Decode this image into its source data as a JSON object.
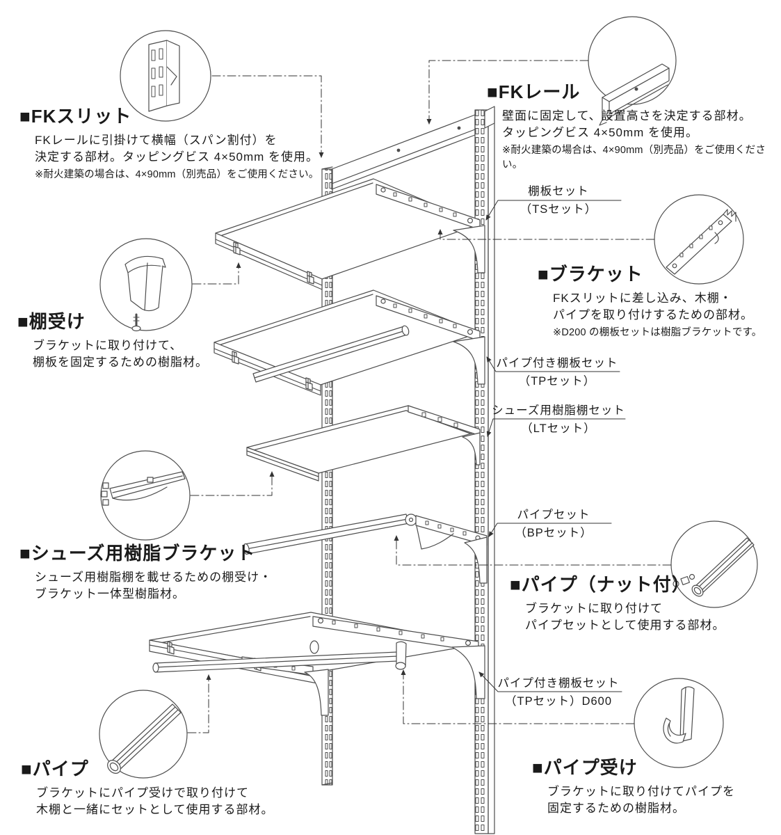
{
  "palette": {
    "background": "#ffffff",
    "line_color": "#4d4d4d",
    "text_color": "#1a1a1a",
    "title_square": "#231815"
  },
  "sections": {
    "fk_slit": {
      "title": "■FKスリット",
      "desc1": "FKレールに引掛けて横幅（スパン割付）を",
      "desc2": "決定する部材。タッピングビス 4×50mm を使用。",
      "note": "※耐火建築の場合は、4×90mm（別売品）をご使用ください。"
    },
    "fk_rail": {
      "title": "■FKレール",
      "desc1": "壁面に固定して、設置高さを決定する部材。",
      "desc2": "タッピングビス 4×50mm を使用。",
      "note": "※耐火建築の場合は、4×90mm（別売品）をご使用ください。"
    },
    "bracket": {
      "title": "■ブラケット",
      "desc1": "FKスリットに差し込み、木棚・",
      "desc2": "パイプを取り付けするための部材。",
      "note": "※D200 の棚板セットは樹脂ブラケットです。"
    },
    "tanauke": {
      "title": "■棚受け",
      "desc1": "ブラケットに取り付けて、",
      "desc2": "棚板を固定するための樹脂材。"
    },
    "shoes_bracket": {
      "title": "■シューズ用樹脂ブラケット",
      "desc1": "シューズ用樹脂棚を載せるための棚受け・",
      "desc2": "ブラケット一体型樹脂材。"
    },
    "pipe_nut": {
      "title": "■パイプ（ナット付）",
      "desc1": "ブラケットに取り付けて",
      "desc2": "パイプセットとして使用する部材。"
    },
    "pipe": {
      "title": "■パイプ",
      "desc1": "ブラケットにパイプ受けで取り付けて",
      "desc2": "木棚と一緒にセットとして使用する部材。"
    },
    "pipe_uke": {
      "title": "■パイプ受け",
      "desc1": "ブラケットに取り付けてパイプを",
      "desc2": "固定するための樹脂材。"
    }
  },
  "labels": {
    "ts": {
      "line1": "棚板セット",
      "line2": "（TSセット）"
    },
    "tp": {
      "line1": "パイプ付き棚板セット",
      "line2": "（TPセット）"
    },
    "lt": {
      "line1": "シューズ用樹脂棚セット",
      "line2": "（LTセット）"
    },
    "bp": {
      "line1": "パイプセット",
      "line2": "（BPセット）"
    },
    "tp600": {
      "line1": "パイプ付き棚板セット",
      "line2": "（TPセット）D600"
    }
  },
  "callouts": {
    "fk_slit": "slotted-upright-rail-detail",
    "fk_rail": "wall-rail-detail",
    "tanauke": "shelf-clip-and-screw-detail",
    "bracket": "slotted-bracket-detail",
    "shoes_bracket": "resin-shoe-bracket-detail",
    "pipe_nut": "pipe-with-nut-detail",
    "pipe": "pipe-detail",
    "pipe_uke": "pipe-holder-detail"
  }
}
